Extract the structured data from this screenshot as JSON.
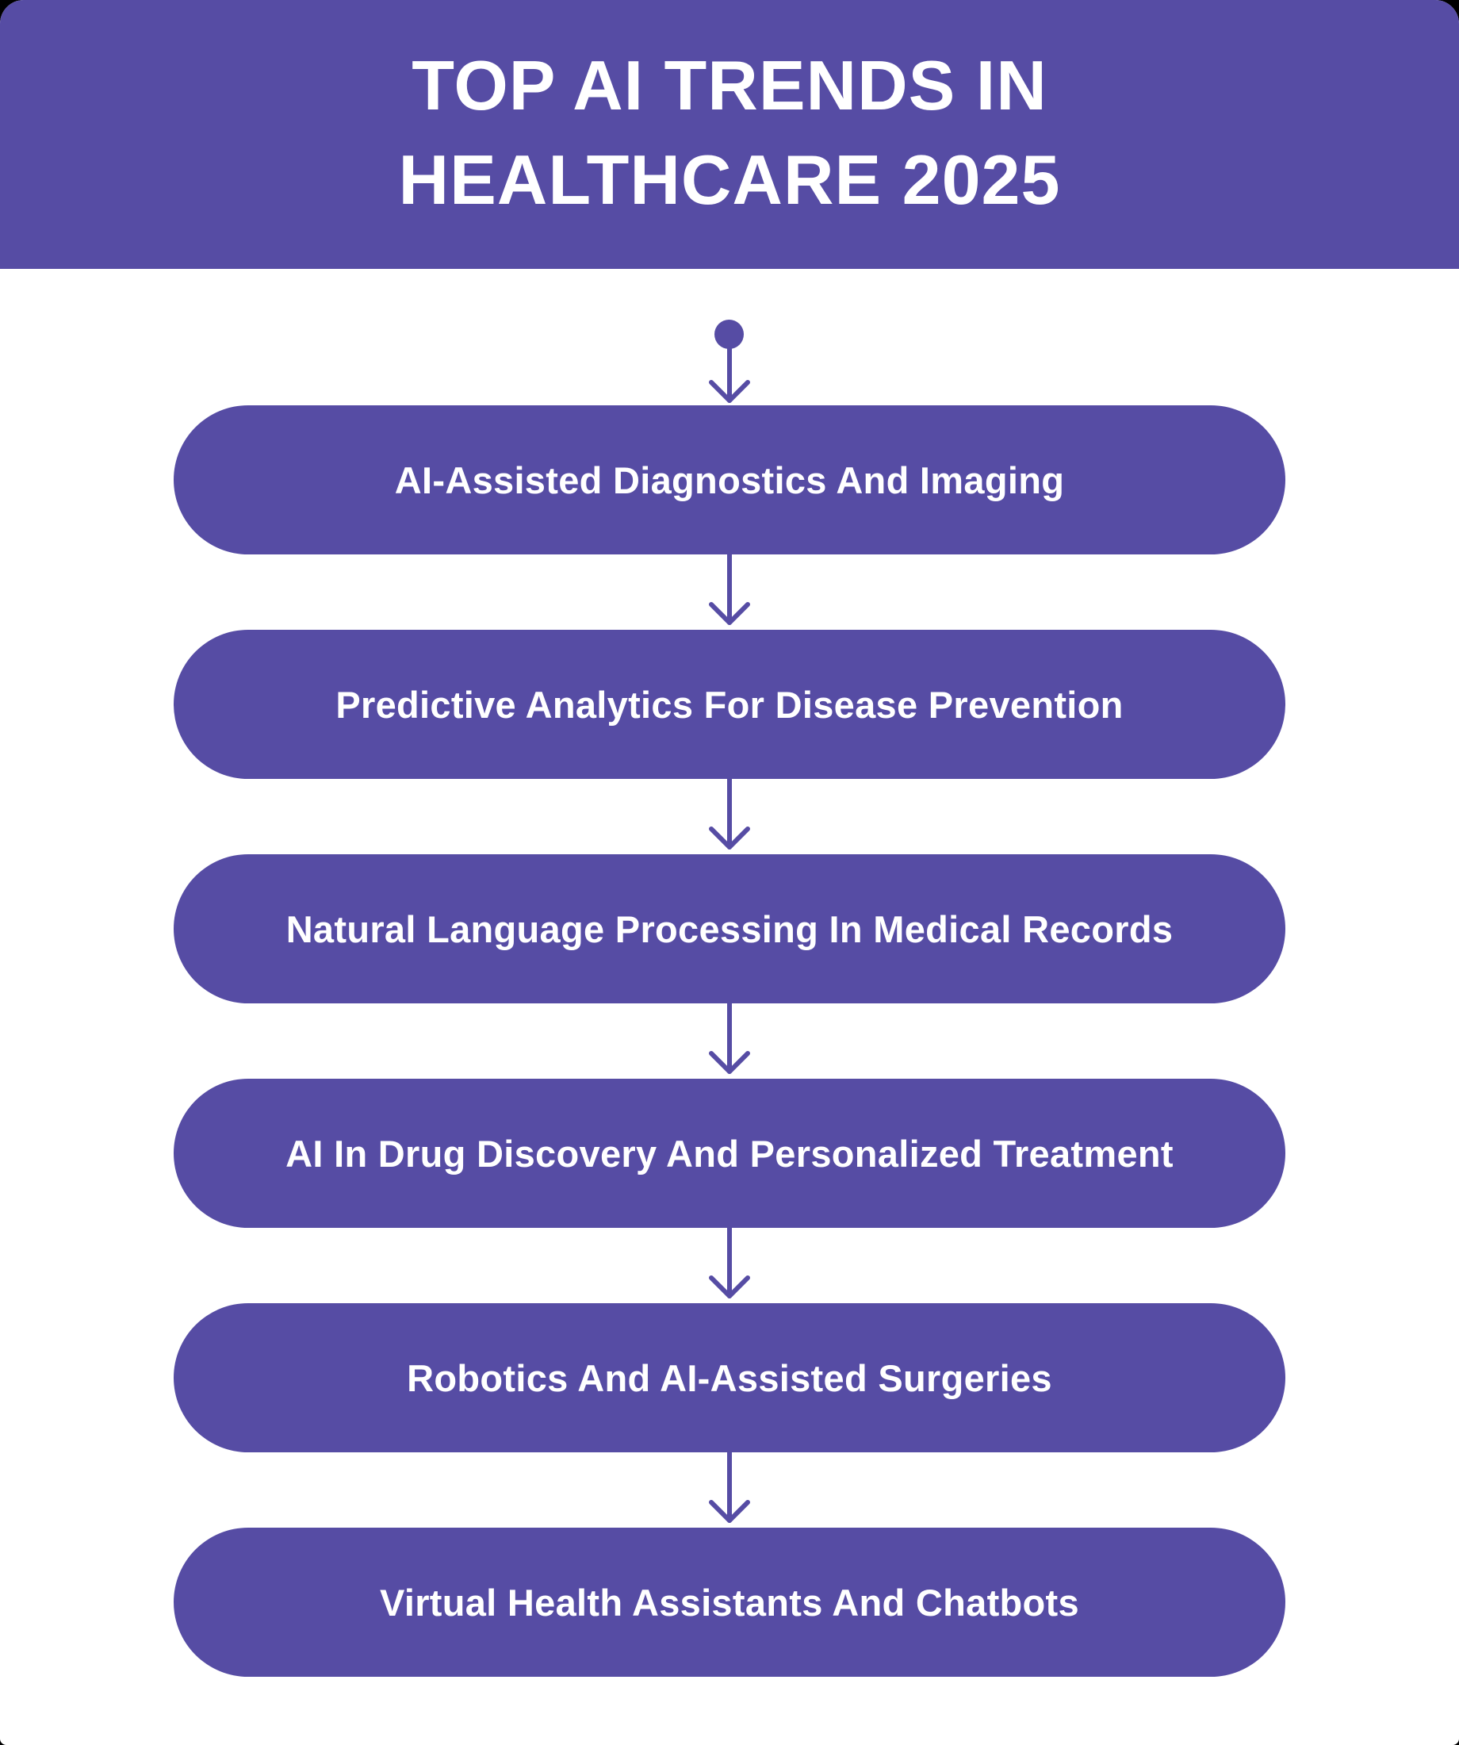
{
  "header": {
    "title_line1": "TOP AI TRENDS IN",
    "title_line2": "HEALTHCARE 2025"
  },
  "flow": {
    "start_icon": "dot-icon",
    "connector_icon": "arrow-down-icon",
    "steps": [
      {
        "label": "AI-Assisted Diagnostics And Imaging"
      },
      {
        "label": "Predictive Analytics For Disease Prevention"
      },
      {
        "label": "Natural Language Processing In Medical Records"
      },
      {
        "label": "AI In Drug Discovery And Personalized Treatment"
      },
      {
        "label": "Robotics And AI-Assisted Surgeries"
      },
      {
        "label": "Virtual Health Assistants And Chatbots"
      }
    ]
  },
  "colors": {
    "primary": "#564ca4",
    "background": "#ffffff",
    "text_on_primary": "#ffffff"
  }
}
